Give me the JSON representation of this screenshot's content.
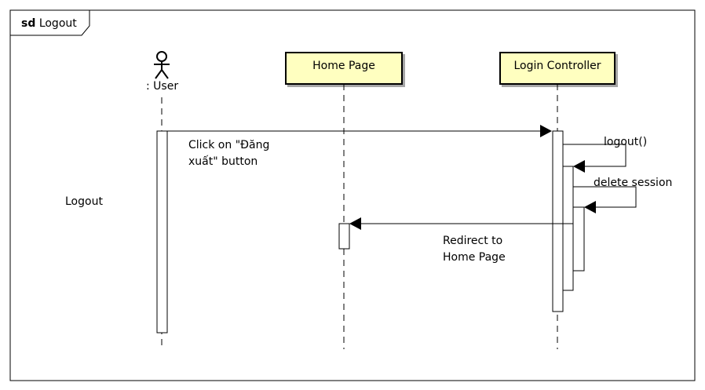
{
  "frame": {
    "keyword": "sd",
    "name": "Logout"
  },
  "side_note": "Logout",
  "actor": {
    "label": ": User"
  },
  "lifelines": {
    "home_page": "Home Page",
    "login_controller": "Login Controller"
  },
  "messages": {
    "click": {
      "line1": "Click on \"Đăng",
      "line2": "xuất\" button"
    },
    "logout": "logout()",
    "delete_session": "delete session",
    "redirect": {
      "line1": "Redirect to",
      "line2": "Home Page"
    }
  },
  "colors": {
    "lifeline_fill": "#ffffc0",
    "border": "#000000",
    "background": "#ffffff"
  }
}
